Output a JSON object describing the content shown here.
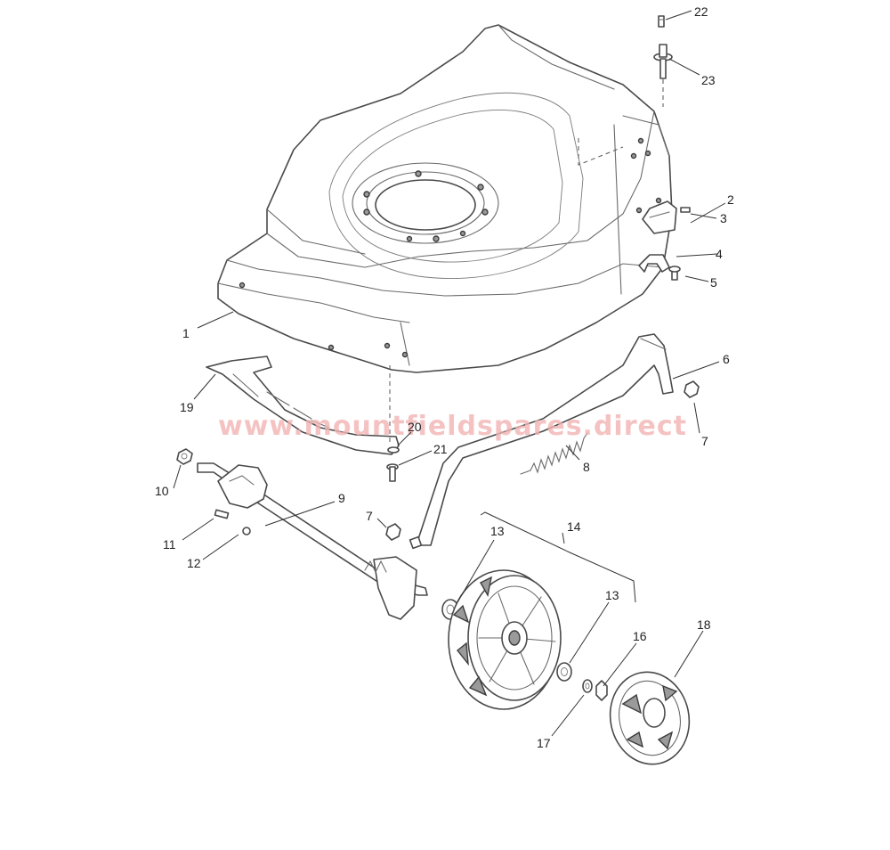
{
  "watermark": "www.mountfieldspares.direct",
  "callouts": {
    "c1": "1",
    "c2": "2",
    "c3": "3",
    "c4": "4",
    "c5": "5",
    "c6": "6",
    "c7a": "7",
    "c7b": "7",
    "c8": "8",
    "c9": "9",
    "c10": "10",
    "c11": "11",
    "c12": "12",
    "c13a": "13",
    "c13b": "13",
    "c14": "14",
    "c16": "16",
    "c17": "17",
    "c18": "18",
    "c19": "19",
    "c20": "20",
    "c21": "21",
    "c22": "22",
    "c23": "23"
  }
}
